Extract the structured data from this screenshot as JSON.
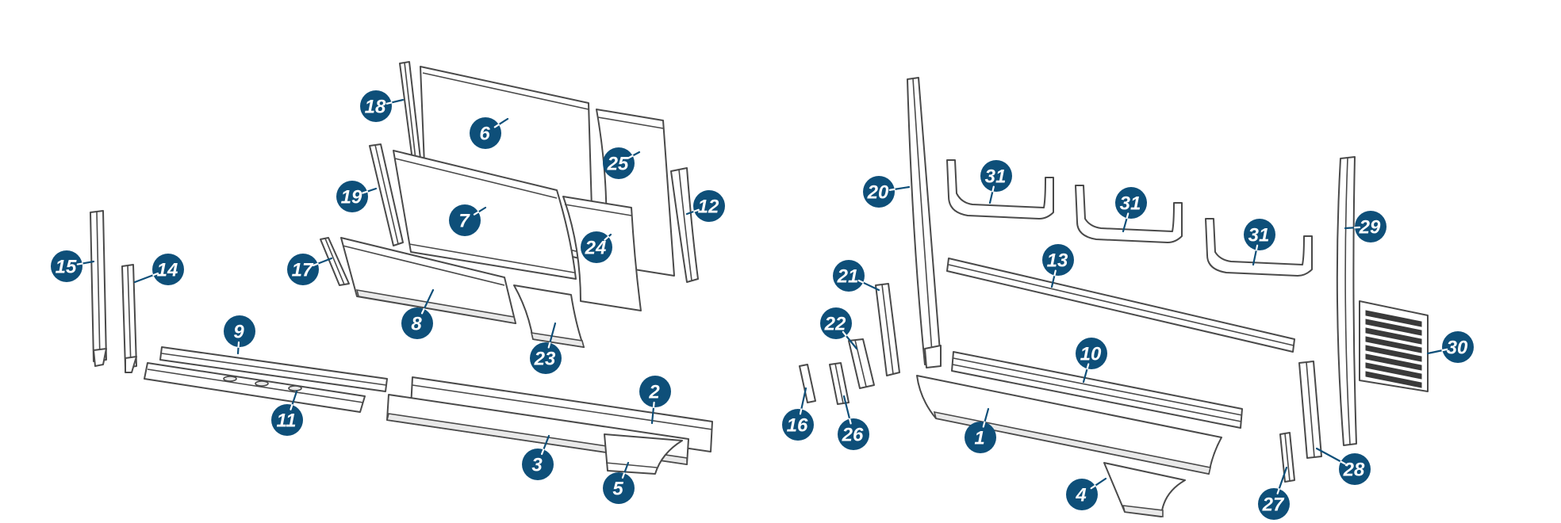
{
  "colors": {
    "badge": "#0e4f79",
    "badge_text": "#ffffff",
    "outline": "#4a4a4a",
    "background": "#ffffff"
  },
  "callouts": [
    "1",
    "2",
    "3",
    "4",
    "5",
    "6",
    "7",
    "8",
    "9",
    "10",
    "11",
    "12",
    "13",
    "14",
    "15",
    "16",
    "17",
    "18",
    "19",
    "20",
    "21",
    "22",
    "23",
    "24",
    "25",
    "26",
    "27",
    "28",
    "29",
    "30",
    "31",
    "31",
    "31"
  ]
}
